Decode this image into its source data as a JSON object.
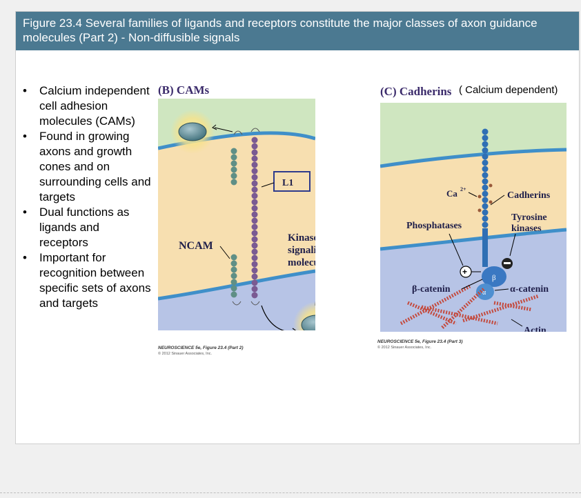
{
  "title": "Figure 23.4  Several families of ligands and receptors constitute the major classes of axon guidance molecules (Part 2) - Non-diffusible signals",
  "bullets": [
    "Calcium independent cell adhesion molecules (CAMs)",
    "Found in growing axons and growth cones and on surrounding cells and targets",
    "Dual functions as ligands and receptors",
    "Important for recognition between specific sets of axons and targets"
  ],
  "panel_b": {
    "label": "(B) CAMs",
    "l1": "L1",
    "ncam": "NCAM",
    "kinases_line1": "Kinases/other",
    "kinases_line2": "signaling",
    "kinases_line3": "molecules",
    "credit": "NEUROSCIENCE 5e, Figure 23.4 (Part 2)",
    "copyright": "© 2012 Sinauer Associates, Inc."
  },
  "panel_c": {
    "label": "(C) Cadherins",
    "note": "( Calcium dependent)",
    "ca": "Ca",
    "ca_sup": "2+",
    "cadherins": "Cadherins",
    "tyrosine_line1": "Tyrosine",
    "tyrosine_line2": "kinases",
    "phosphatases": "Phosphatases",
    "beta_catenin": "β-catenin",
    "alpha_catenin": "α-catenin",
    "actin": "Actin",
    "beta": "β",
    "alpha": "α",
    "credit": "NEUROSCIENCE 5e, Figure 23.4 (Part 3)",
    "copyright": "© 2012 Sinauer Associates, Inc."
  },
  "colors": {
    "title_bg": "#4b7991",
    "top_cell": "#cfe6c0",
    "middle_cell": "#f7dfb0",
    "bottom_cell": "#b7c4e6",
    "membrane": "#3f8fc9",
    "cam_teal": "#5f8f86",
    "cam_purple": "#7a5a92",
    "cadherin_blue": "#2f6fb4",
    "actin_red": "#c44a3d"
  }
}
